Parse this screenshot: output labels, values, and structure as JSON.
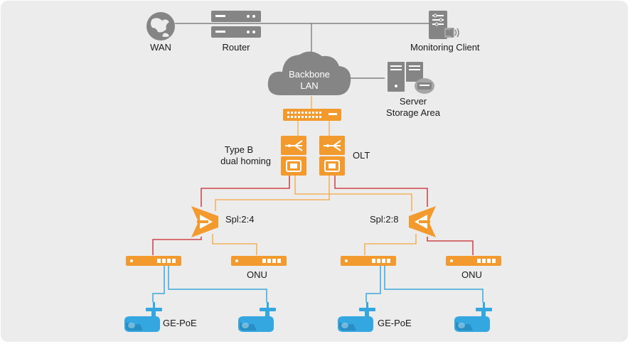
{
  "labels": {
    "wan": "WAN",
    "router": "Router",
    "monitoring_client": "Monitoring Client",
    "backbone_line1": "Backbone",
    "backbone_line2": "LAN",
    "server_line1": "Server",
    "server_line2": "Storage Area",
    "type_b_line1": "Type B",
    "type_b_line2": "dual homing",
    "olt": "OLT",
    "splitter_left": "Spl:2:4",
    "splitter_right": "Spl:2:8",
    "onu_left": "ONU",
    "onu_right": "ONU",
    "gepoe_left": "GE-PoE",
    "gepoe_right": "GE-PoE"
  },
  "colors": {
    "background": "#ececec",
    "orange": "#f39a2f",
    "red_link": "#c8242c",
    "orange_link": "#f5a640",
    "blue_link": "#3ea7dc",
    "gray_icon": "#858585",
    "camera_blue": "#35a7e0",
    "backbone_line": "#6d6d6d"
  },
  "icons": {
    "wan": "globe-icon",
    "router": "router-icon",
    "monitoring_client": "monitoring-client-icon",
    "backbone": "cloud-icon",
    "server": "server-storage-icon",
    "switch": "switch-icon",
    "olt": "olt-icon",
    "splitter": "splitter-icon",
    "onu": "onu-icon",
    "camera": "ip-camera-icon"
  }
}
